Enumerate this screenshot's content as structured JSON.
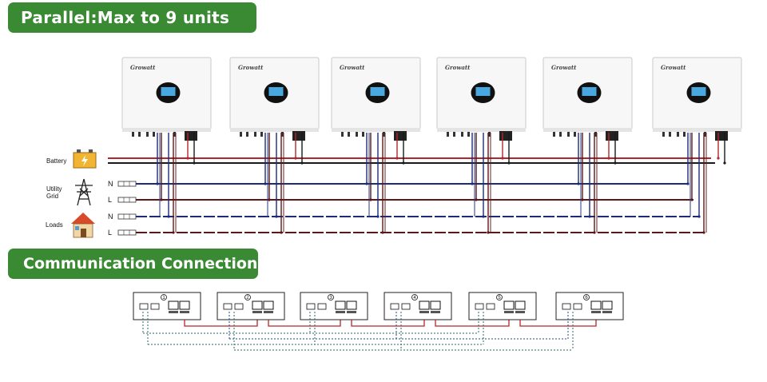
{
  "header": {
    "title": "Parallel:Max to 9 units"
  },
  "section2": {
    "title": "Communication Connection"
  },
  "legend": {
    "battery": "Battery",
    "utility_grid_line1": "Utility",
    "utility_grid_line2": "Grid",
    "loads": "Loads",
    "n_label": "N",
    "l_label": "L"
  },
  "inverters": [
    {
      "brand": "Growatt"
    },
    {
      "brand": "Growatt"
    },
    {
      "brand": "Growatt"
    },
    {
      "brand": "Growatt"
    },
    {
      "brand": "Growatt"
    },
    {
      "brand": "Growatt"
    }
  ],
  "comm_units": [
    {
      "number": "1"
    },
    {
      "number": "2"
    },
    {
      "number": "3"
    },
    {
      "number": "4"
    },
    {
      "number": "5"
    },
    {
      "number": "6"
    }
  ],
  "colors": {
    "banner_green": "#3a8a33",
    "battery_red": "#b3262a",
    "neutral_blue": "#1f2a7a",
    "line_brown": "#5a1818",
    "comm_teal": "#2a6a6a"
  }
}
